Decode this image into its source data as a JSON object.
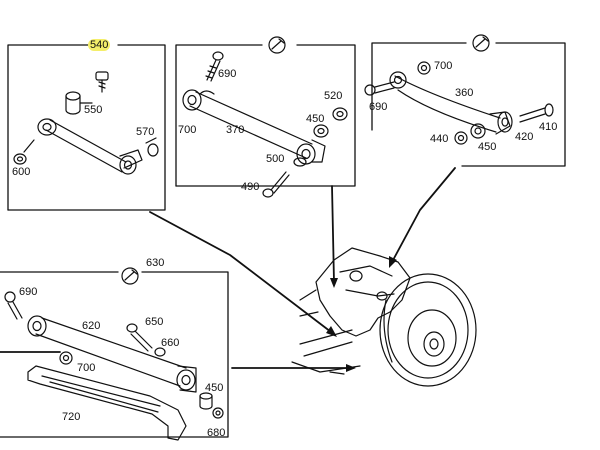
{
  "diagram": {
    "highlight_color": "#f4ee6a",
    "ink_color": "#111111",
    "panels": [
      {
        "id": "panel-a",
        "callout": "540",
        "callout_highlighted": true,
        "parts": [
          "550",
          "570",
          "600"
        ]
      },
      {
        "id": "panel-b",
        "callout_icon": "wrench-icon",
        "parts": [
          "690",
          "520",
          "700",
          "370",
          "450",
          "500",
          "490"
        ]
      },
      {
        "id": "panel-c",
        "callout_icon": "wrench-icon",
        "parts": [
          "700",
          "690",
          "360",
          "410",
          "440",
          "420",
          "450"
        ]
      },
      {
        "id": "panel-d",
        "callout": "630",
        "callout_icon": "wrench-icon",
        "parts": [
          "690",
          "650",
          "620",
          "660",
          "700",
          "450",
          "720",
          "680"
        ]
      }
    ],
    "labels": {
      "p540": "540",
      "p550": "550",
      "p570": "570",
      "p600": "600",
      "pb690": "690",
      "pb520": "520",
      "pb700": "700",
      "pb370": "370",
      "pb450": "450",
      "pb500": "500",
      "pb490": "490",
      "pc700": "700",
      "pc690": "690",
      "pc360": "360",
      "pc410": "410",
      "pc440": "440",
      "pc420": "420",
      "pc450": "450",
      "pd630": "630",
      "pd690": "690",
      "pd650": "650",
      "pd620": "620",
      "pd660": "660",
      "pd700": "700",
      "pd450": "450",
      "pd720": "720",
      "pd680": "680"
    }
  }
}
